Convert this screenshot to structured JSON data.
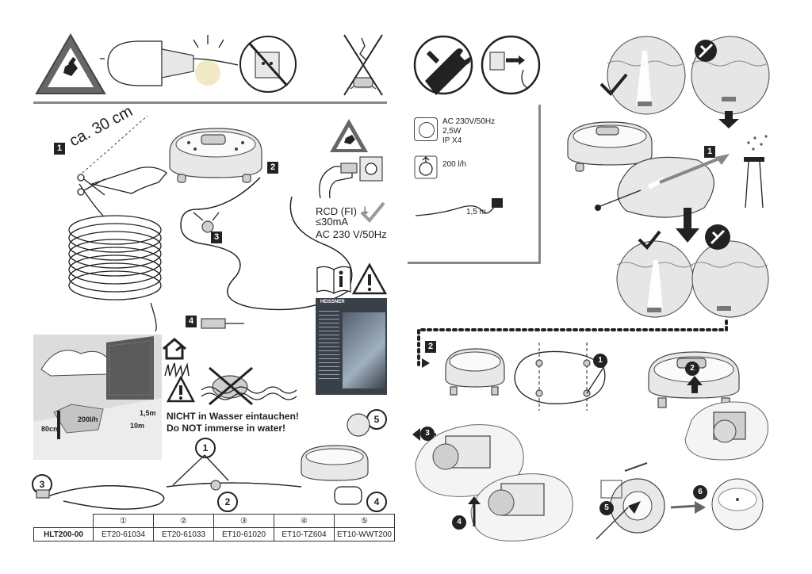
{
  "left_page": {
    "cut_label": "ca. 30 cm",
    "steps": [
      "1",
      "2",
      "3",
      "4"
    ],
    "rcd": {
      "line1": "RCD (FI) ⏚",
      "line2": "≤30mA",
      "line3": "AC 230 V/50Hz"
    },
    "manual_brand": "HEISSNER",
    "garden": {
      "flow": "200l/h",
      "depth": "80cm",
      "length": "10m",
      "height": "1,5m"
    },
    "warning_de": "NICHT in Wasser eintauchen!",
    "warning_en": "Do NOT immerse in water!",
    "parts_callouts": [
      "1",
      "2",
      "3",
      "4",
      "5"
    ]
  },
  "parts_table": {
    "model": "HLT200-00",
    "headers": [
      "①",
      "②",
      "③",
      "④",
      "⑤"
    ],
    "codes": [
      "ET20-61034",
      "ET20-61033",
      "ET10-61020",
      "ET10-TZ604",
      "ET10-WWT200"
    ]
  },
  "spec_box": {
    "line1": "AC 230V/50Hz",
    "line2": "2,5W",
    "line3": "IP X4",
    "flow": "200 l/h",
    "cable": "1,5 m"
  },
  "right_page": {
    "step1": "1",
    "step2": "2",
    "disassembly_steps": [
      "1",
      "2",
      "3",
      "4",
      "5",
      "6"
    ]
  },
  "colors": {
    "ink": "#222222",
    "frame_grey": "#888888",
    "warning_grey": "#666666",
    "check_grey": "#9a9a9a",
    "water_grey": "#e6e6e6"
  }
}
